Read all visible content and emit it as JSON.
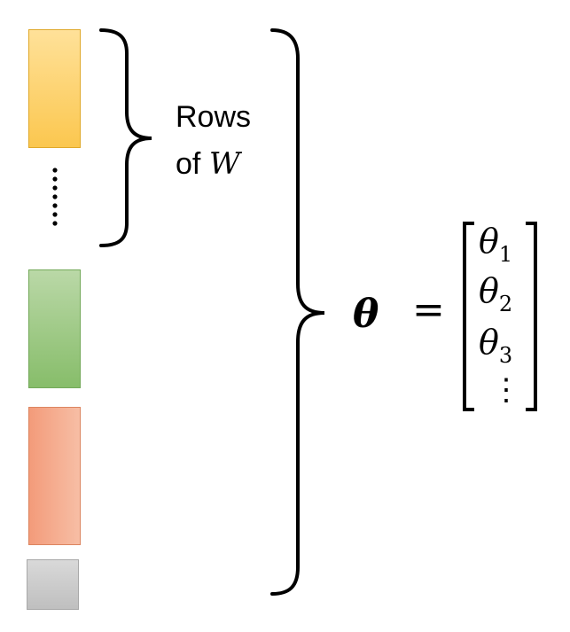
{
  "diagram": {
    "label_line1": "Rows",
    "label_line2_prefix": "of ",
    "label_line2_var": "W",
    "vector_symbol": "θ",
    "equals": "=",
    "vector_entries": [
      {
        "symbol": "θ",
        "subscript": "1"
      },
      {
        "symbol": "θ",
        "subscript": "2"
      },
      {
        "symbol": "θ",
        "subscript": "3"
      }
    ],
    "vector_continuation": "⋮",
    "blocks": [
      {
        "name": "yellow",
        "color": "#fbc74f"
      },
      {
        "name": "green",
        "color": "#87bd6a"
      },
      {
        "name": "orange",
        "color": "#f39b7a"
      },
      {
        "name": "gray",
        "color": "#bfbfbf"
      }
    ]
  }
}
